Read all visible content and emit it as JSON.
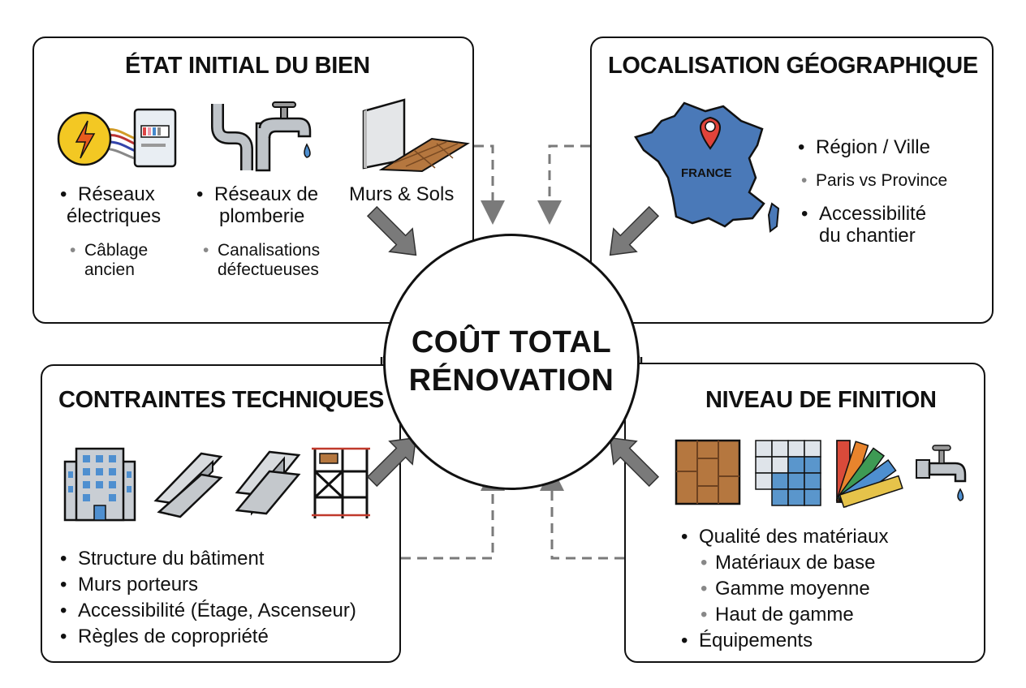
{
  "center": {
    "line1": "COÛT TOTAL",
    "line2": "RÉNOVATION"
  },
  "etat": {
    "title": "ÉTAT INITIAL DU BIEN",
    "elec_label1": "Réseaux",
    "elec_label2": "électriques",
    "elec_sub1": "Câblage",
    "elec_sub2": "ancien",
    "plomb_label1": "Réseaux de",
    "plomb_label2": "plomberie",
    "plomb_sub1": "Canalisations",
    "plomb_sub2": "défectueuses",
    "murs_label": "Murs & Sols"
  },
  "localisation": {
    "title": "LOCALISATION GÉOGRAPHIQUE",
    "map_label": "FRANCE",
    "item1": "Région / Ville",
    "item1_sub": "Paris vs Province",
    "item2_line1": "Accessibilité",
    "item2_line2": "du chantier"
  },
  "contraintes": {
    "title": "CONTRAINTES TECHNIQUES",
    "items": [
      "Structure du bâtiment",
      "Murs porteurs",
      "Accessibilité (Étage, Ascenseur)",
      "Règles de copropriété"
    ]
  },
  "finition": {
    "title": "NIVEAU DE FINITION",
    "item1": "Qualité des matériaux",
    "subs": [
      "Matériaux de base",
      "Gamme moyenne",
      "Haut de gamme"
    ],
    "item2": "Équipements"
  },
  "colors": {
    "map_blue": "#4a79b8",
    "pin_red": "#e0433a",
    "arrow_gray": "#7a7a7a",
    "wood": "#b5773f"
  }
}
